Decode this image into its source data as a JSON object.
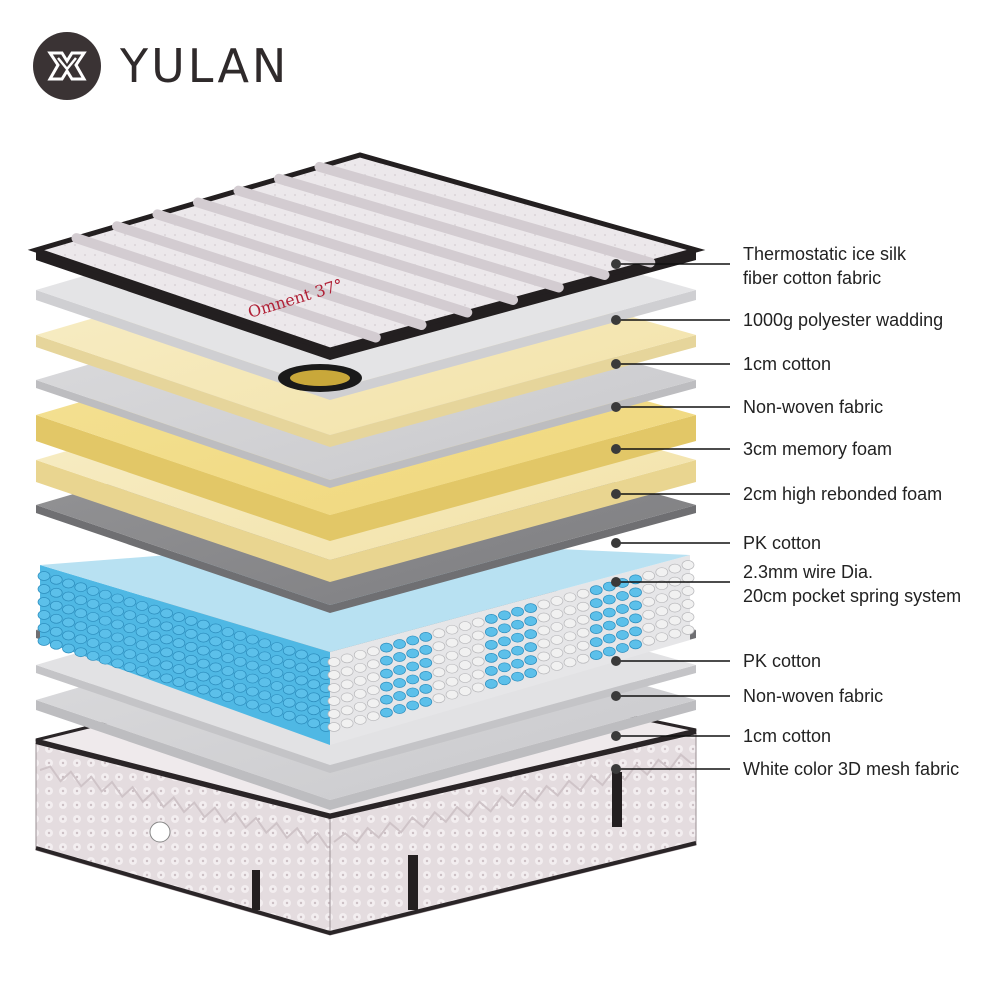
{
  "brand": {
    "name": "YULAN"
  },
  "colors": {
    "cover_fabric": "#ebe7ea",
    "cover_trim": "#231f20",
    "cover_print": "#b01f35",
    "wadding": "#e6e6e6",
    "cotton": "#f4e7b6",
    "non_woven": "#d4d4d6",
    "memory_foam": "#f2de8c",
    "rebonded_foam": "#f5e6b0",
    "pk_cotton": "#8a8a8c",
    "spring_blue": "#48b3e0",
    "spring_white": "#f1f1f1",
    "mesh_fabric": "#e4dcdf",
    "leader_line": "#111111"
  },
  "cover_print_text": "Omnent 37°",
  "layers": [
    {
      "label_lines": [
        "Thermostatic ice silk",
        "fiber cotton fabric"
      ]
    },
    {
      "label_lines": [
        "1000g polyester wadding"
      ]
    },
    {
      "label_lines": [
        "1cm cotton"
      ]
    },
    {
      "label_lines": [
        "Non-woven fabric"
      ]
    },
    {
      "label_lines": [
        "3cm memory foam"
      ]
    },
    {
      "label_lines": [
        "2cm high rebonded foam"
      ]
    },
    {
      "label_lines": [
        "PK cotton"
      ]
    },
    {
      "label_lines": [
        "2.3mm wire Dia.",
        "20cm pocket spring system"
      ]
    },
    {
      "label_lines": [
        "PK cotton"
      ]
    },
    {
      "label_lines": [
        "Non-woven fabric"
      ]
    },
    {
      "label_lines": [
        "1cm cotton"
      ]
    },
    {
      "label_lines": [
        "White color 3D mesh fabric"
      ]
    }
  ]
}
